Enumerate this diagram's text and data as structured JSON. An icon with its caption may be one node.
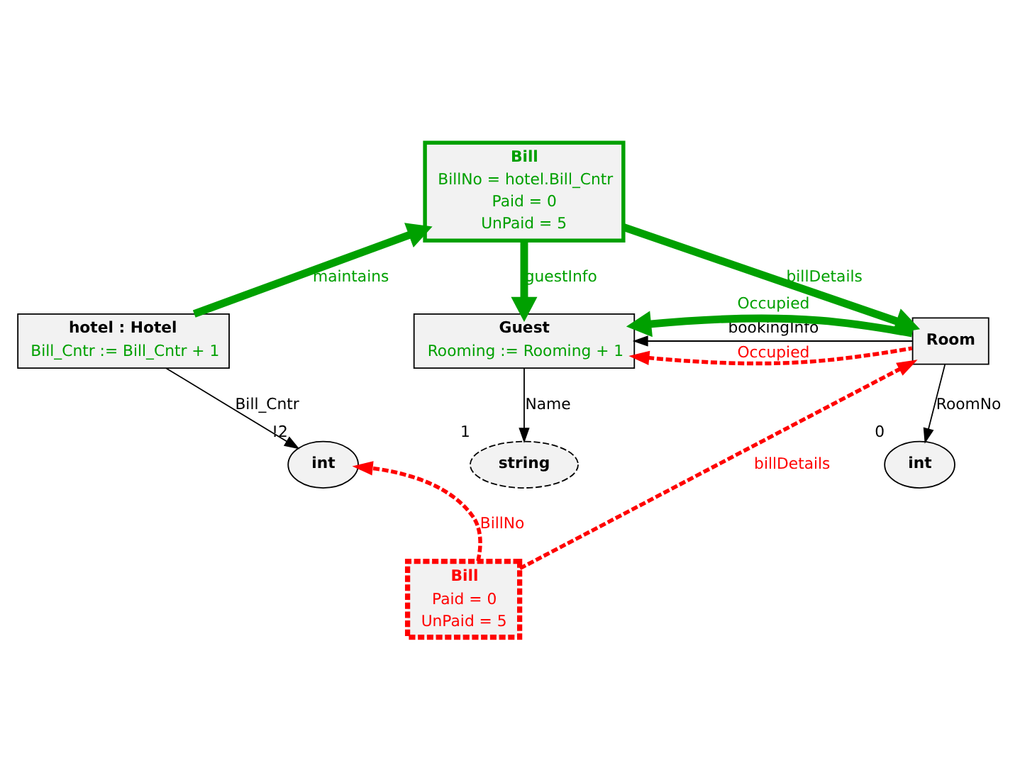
{
  "diagram": {
    "nodes": [
      {
        "text": [
          "Bill",
          "BillNo = hotel.Bill_Cntr",
          "Paid = 0",
          "UnPaid = 5"
        ]
      },
      {
        "text": [
          "hotel : Hotel",
          "Bill_Cntr := Bill_Cntr + 1"
        ]
      },
      {
        "text": [
          "Guest",
          "Rooming := Rooming + 1"
        ]
      },
      {
        "text": [
          "Room"
        ]
      },
      {
        "text": [
          "int"
        ],
        "beside": [
          "!2"
        ]
      },
      {
        "text": [
          "string"
        ],
        "beside": [
          "1"
        ]
      },
      {
        "text": [
          "int"
        ],
        "beside": [
          "0"
        ]
      },
      {
        "text": [
          "Bill",
          "Paid = 0",
          "UnPaid = 5"
        ]
      }
    ],
    "edges": [
      {
        "from": 1,
        "to": 0,
        "arrow": "to",
        "label": "maintains",
        "style": "thick",
        "color": "#00a000"
      },
      {
        "from": 0,
        "to": 2,
        "arrow": "to",
        "label": "guestInfo",
        "style": "thick",
        "color": "#00a000"
      },
      {
        "from": 0,
        "to": 3,
        "arrow": "to",
        "label": "billDetails",
        "style": "thick",
        "color": "#00a000"
      },
      {
        "from": 3,
        "to": 2,
        "arrow": "to",
        "label": "Occupied",
        "style": "dashed",
        "color": "#ff0000"
      },
      {
        "from": 3,
        "to": 2,
        "arrow": "to",
        "label": "bookingInfo",
        "color": "#000000"
      },
      {
        "from": 3,
        "to": 2,
        "arrow": "to",
        "label": "Occupied",
        "style": "thick",
        "color": "#00a000"
      },
      {
        "from": 1,
        "to": 4,
        "arrow": "to",
        "label": "Bill_Cntr",
        "color": "#000000"
      },
      {
        "from": 2,
        "to": 5,
        "arrow": "to",
        "label": "Name",
        "color": "#000000"
      },
      {
        "from": 3,
        "to": 6,
        "arrow": "to",
        "label": "RoomNo",
        "color": "#000000"
      },
      {
        "from": 7,
        "to": 4,
        "arrow": "to",
        "label": "BillNo",
        "style": "dashed",
        "color": "#ff0000"
      },
      {
        "from": 7,
        "to": 3,
        "arrow": "to",
        "label": "billDetails",
        "style": "dashed",
        "color": "#ff0000"
      }
    ]
  }
}
